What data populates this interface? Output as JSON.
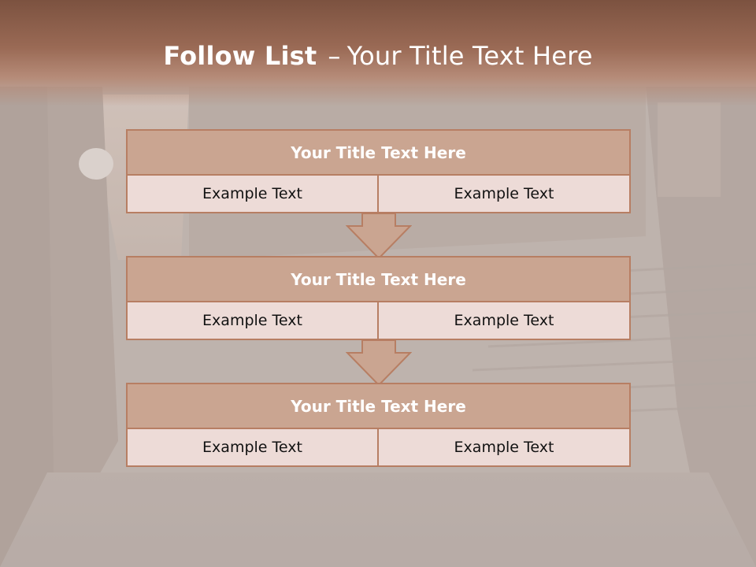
{
  "slide": {
    "title_bold": "Follow List",
    "title_dash": "–",
    "title_rest": "Your Title Text Here"
  },
  "blocks": [
    {
      "title": "Your Title Text Here",
      "left": "Example Text",
      "right": "Example Text"
    },
    {
      "title": "Your Title Text Here",
      "left": "Example Text",
      "right": "Example Text"
    },
    {
      "title": "Your Title Text Here",
      "left": "Example Text",
      "right": "Example Text"
    }
  ],
  "colors": {
    "header": "#8a5c48",
    "block_title_fill": "#caa591",
    "block_cell_fill": "#eddbd7",
    "border": "#b77e63"
  },
  "icons": [
    "down-arrow-icon"
  ]
}
